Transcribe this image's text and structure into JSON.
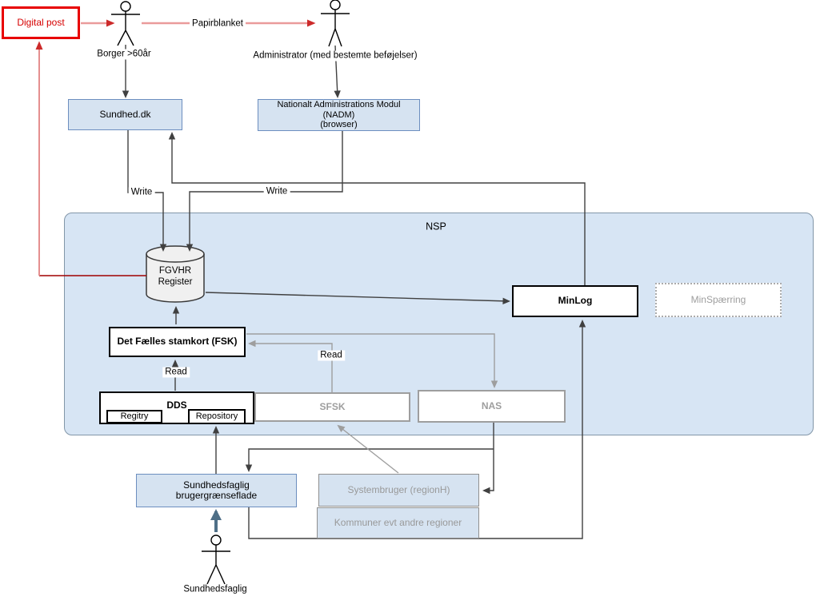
{
  "nsp": {
    "label": "NSP"
  },
  "nodes": {
    "digital_post": {
      "label": "Digital post"
    },
    "sundhed_dk": {
      "label": "Sundhed.dk"
    },
    "nadm": {
      "label": "Nationalt Administrations Modul\n(NADM)\n(browser)"
    },
    "fgvhr": {
      "label": "FGVHR\nRegister"
    },
    "minlog": {
      "label": "MinLog"
    },
    "minspaerring": {
      "label": "MinSpærring"
    },
    "fsk": {
      "label": "Det Fælles stamkort (FSK)"
    },
    "dds": {
      "label": "DDS",
      "registry": "Regitry",
      "repository": "Repository"
    },
    "sfsk": {
      "label": "SFSK"
    },
    "nas": {
      "label": "NAS"
    },
    "sundhedsfaglig_ui": {
      "label": "Sundhedsfaglig\nbrugergrænseflade"
    },
    "systembruger": {
      "label": "Systembruger (regionH)"
    },
    "kommuner": {
      "label": "Kommuner evt andre regioner"
    }
  },
  "actors": {
    "borger": {
      "label": "Borger >60år"
    },
    "administrator": {
      "label": "Administrator (med bestemte beføjelser)"
    },
    "sundhedsfaglig": {
      "label": "Sundhedsfaglig"
    }
  },
  "edge_labels": {
    "papirblanket": "Papirblanket",
    "write_sundhed": "Write",
    "write_nadm": "Write",
    "read_dds": "Read",
    "read_sfsk": "Read"
  },
  "colors": {
    "blue_fill": "#d6e3f1",
    "blue_border": "#6c8ebf",
    "nsp_fill": "#d7e5f4",
    "nsp_border": "#8296a8",
    "red_border": "#e80000",
    "red_dark_line": "#a00000",
    "red_light_line": "#ea9b9b",
    "gray": "#9e9e9e",
    "dark_line": "#404040",
    "slate_arrow": "#4f6f87",
    "cylinder_fill": "#f0f0f0"
  }
}
